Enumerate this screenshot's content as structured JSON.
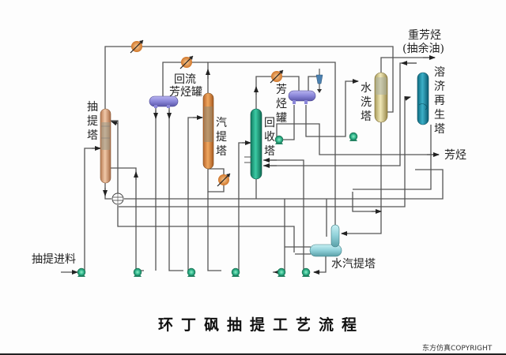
{
  "title": "环丁砜抽提工艺流程",
  "copyright": "东方仿真COPYRIGHT",
  "colors": {
    "pipe": "#555555",
    "extraction_tower": "#d9a27a",
    "stripper": "#d98a3c",
    "recovery_tower": "#2aa88a",
    "drum": "#8a86d8",
    "water_wash": "#d8cf90",
    "regenerator": "#1f8fa8",
    "steam_stripper": "#8fd0d8",
    "pump": "#2fb38a",
    "heat_exchanger": "#e08a3c"
  },
  "equipment": {
    "extraction_tower": {
      "label_chars": [
        "抽",
        "提",
        "塔"
      ]
    },
    "reflux_drum": {
      "label_lines": [
        "回流",
        "芳烃罐"
      ]
    },
    "stripper": {
      "label_chars": [
        "汽",
        "提",
        "塔"
      ]
    },
    "recovery_tower": {
      "label_chars": [
        "回",
        "收",
        "塔"
      ]
    },
    "aromatics_drum": {
      "label_chars": [
        "芳",
        "烃",
        "罐"
      ]
    },
    "water_wash_tower": {
      "label_chars": [
        "水",
        "洗",
        "塔"
      ]
    },
    "solvent_regenerator": {
      "label_chars": [
        "溶",
        "济",
        "再",
        "生",
        "塔"
      ]
    },
    "steam_stripper": {
      "label": "水汽提塔"
    }
  },
  "streams": {
    "feed": "抽提进料",
    "heavy_aromatics_line1": "重芳烃",
    "heavy_aromatics_line2": "(抽余油)",
    "aromatics_product": "芳烃"
  },
  "icons": {
    "pump": "centrifugal-pump-icon",
    "heat_exchanger": "heat-exchanger-icon",
    "mixer": "static-mixer-icon",
    "vent": "vent-valve-icon"
  }
}
